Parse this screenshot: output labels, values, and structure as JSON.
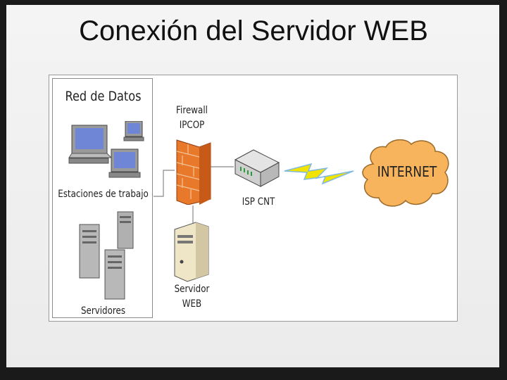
{
  "slide": {
    "title": "Conexión del Servidor WEB"
  },
  "diagram": {
    "network_box_title": "Red de Datos",
    "workstations_label": "Estaciones de trabajo",
    "servers_label": "Servidores",
    "firewall_label_line1": "Firewall",
    "firewall_label_line2": "IPCOP",
    "isp_label": "ISP CNT",
    "internet_label": "INTERNET",
    "web_server_label_line1": "Servidor",
    "web_server_label_line2": "WEB"
  },
  "colors": {
    "firewall": "#e8782a",
    "cloud": "#f7b45c",
    "lightning": "#f2e400",
    "lightning_edge": "#7fb8e0",
    "screen": "#6f86d6"
  }
}
